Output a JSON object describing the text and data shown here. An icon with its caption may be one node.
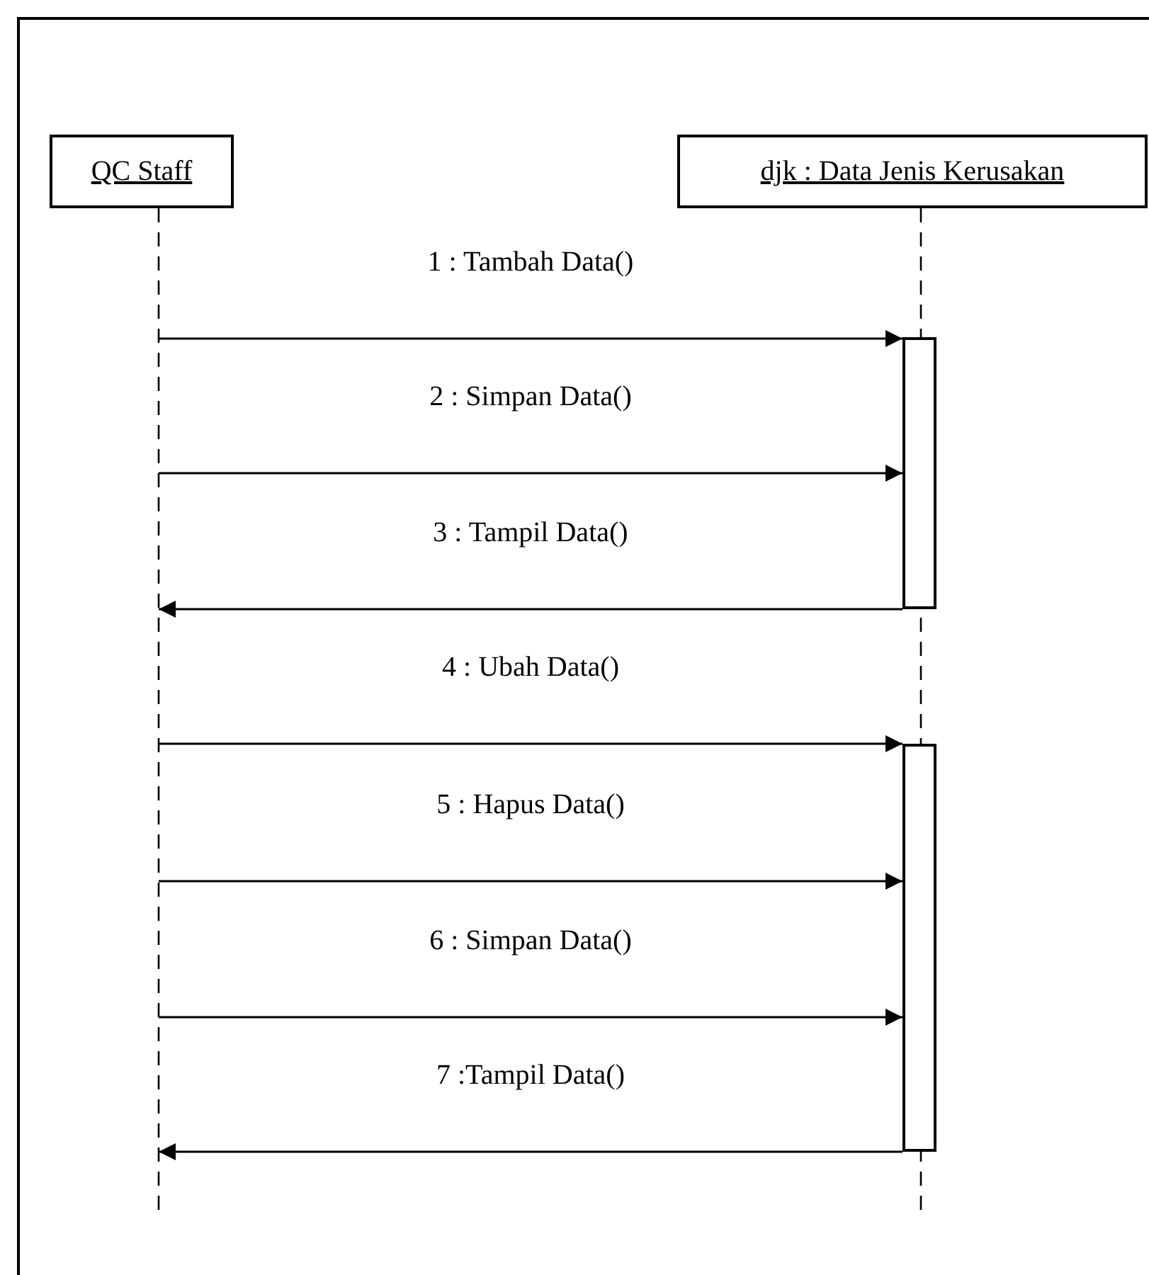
{
  "diagram": {
    "nodes": [
      {
        "text": [
          "QC Staff"
        ]
      },
      {
        "text": [
          "djk : Data Jenis Kerusakan"
        ]
      },
      {
        "text": [],
        "shape": "bar"
      },
      {
        "text": [],
        "shape": "bar"
      }
    ],
    "edges": [
      {
        "from": 0,
        "to": 2,
        "arrow": "to",
        "label": "1 : Tambah Data()"
      },
      {
        "from": 0,
        "to": 2,
        "arrow": "to",
        "label": "2 : Simpan Data()"
      },
      {
        "from": 2,
        "to": 0,
        "arrow": "to",
        "label": "3 : Tampil Data()"
      },
      {
        "from": 0,
        "to": 3,
        "arrow": "to",
        "label": "4 : Ubah Data()"
      },
      {
        "from": 0,
        "to": 3,
        "arrow": "to",
        "label": "5 : Hapus Data()"
      },
      {
        "from": 0,
        "to": 3,
        "arrow": "to",
        "label": "6 : Simpan Data()"
      },
      {
        "from": 3,
        "to": 0,
        "arrow": "to",
        "label": "7 :Tampil Data()"
      }
    ]
  }
}
